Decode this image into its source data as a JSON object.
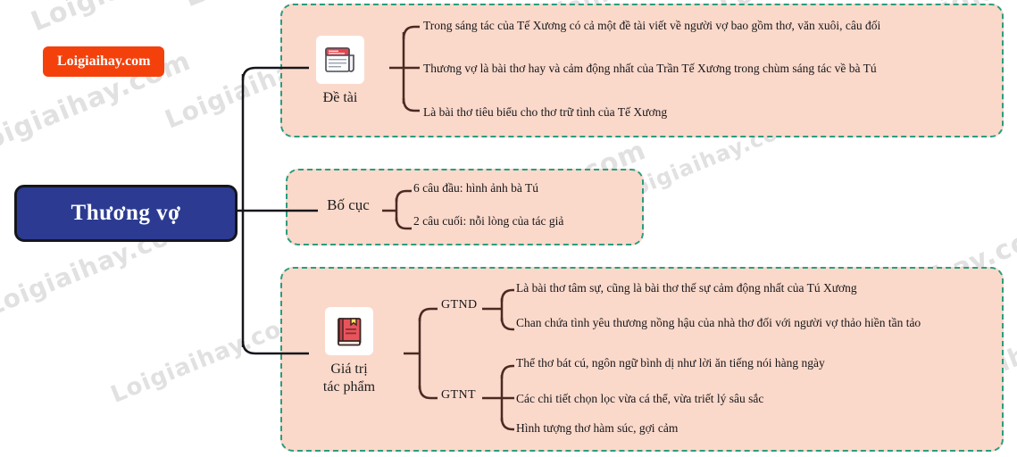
{
  "logo": {
    "text": "Loigiaihay.com",
    "color": "#f4410c"
  },
  "watermark": {
    "text": "Loigiaihay.com"
  },
  "root": {
    "label": "Thương vợ",
    "fill": "#2c3b91",
    "border": "#15161c"
  },
  "theme": {
    "panel_fill": "#fbd9ca",
    "panel_border": "#2a9d7f",
    "wire_color": "#4a2a22",
    "trunk_color": "#15161c"
  },
  "branches": [
    {
      "label": "Đề tài",
      "icon": "newspaper-icon",
      "leaves": [
        "Trong sáng tác của Tế Xương có cả một đề tài viết về người vợ bao gồm thơ, văn xuôi, câu đối",
        "Thương vợ là bài thơ hay và cảm động nhất của Trần Tế Xương trong chùm sáng tác về bà Tú",
        "Là bài thơ tiêu biểu cho thơ trữ tình của Tế Xương"
      ]
    },
    {
      "label": "Bố cục",
      "icon": "none",
      "leaves": [
        "6 câu đầu: hình ảnh bà Tú",
        "2 câu cuối: nỗi lòng của tác giả"
      ]
    },
    {
      "label": "Giá trị\ntác phẩm",
      "icon": "book-icon",
      "groups": [
        {
          "label": "GTND",
          "leaves": [
            "Là bài thơ tâm sự, cũng là bài thơ thế sự cảm động nhất của Tú Xương",
            "Chan chứa tình yêu thương nồng hậu của nhà thơ đối với người vợ thảo hiền tần tảo"
          ]
        },
        {
          "label": "GTNT",
          "leaves": [
            "Thể thơ bát cú, ngôn ngữ bình dị như lời ăn tiếng nói hàng ngày",
            "Các chi tiết chọn lọc vừa cá thể, vừa triết lý sâu sắc",
            "Hình tượng thơ hàm súc, gợi cảm"
          ]
        }
      ]
    }
  ]
}
